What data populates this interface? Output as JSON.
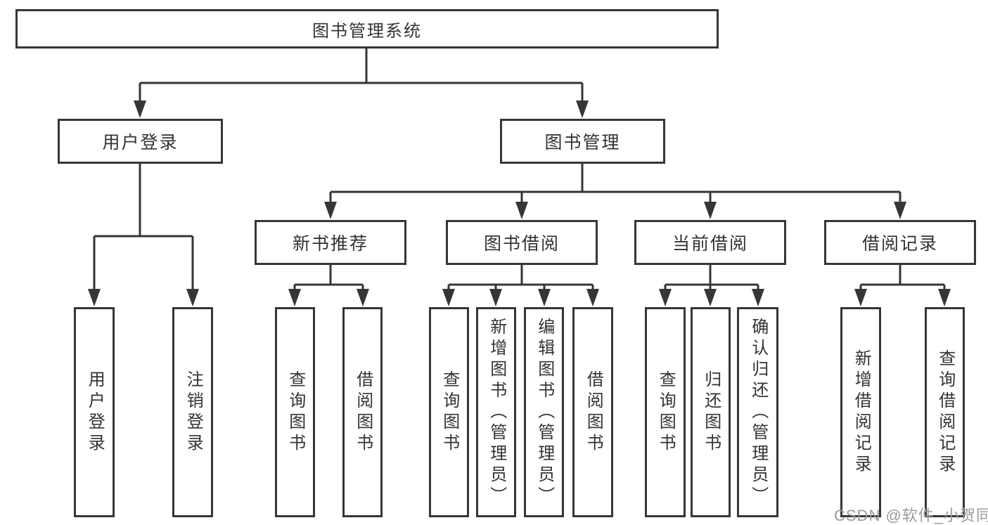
{
  "diagram": {
    "title": "图书管理系统",
    "root": {
      "label": "图书管理系统"
    },
    "level2": [
      {
        "id": "user-login",
        "label": "用户登录"
      },
      {
        "id": "book-management",
        "label": "图书管理"
      }
    ],
    "level3": [
      {
        "id": "new-book-recommendation",
        "label": "新书推荐",
        "parent": "图书管理"
      },
      {
        "id": "book-borrowing",
        "label": "图书借阅",
        "parent": "图书管理"
      },
      {
        "id": "current-borrowing",
        "label": "当前借阅",
        "parent": "图书管理"
      },
      {
        "id": "borrowing-records",
        "label": "借阅记录",
        "parent": "图书管理"
      }
    ],
    "leaves": [
      {
        "label": "用户登录",
        "parent": "用户登录"
      },
      {
        "label": "注销登录",
        "parent": "用户登录"
      },
      {
        "label": "查询图书",
        "parent": "新书推荐"
      },
      {
        "label": "借阅图书",
        "parent": "新书推荐"
      },
      {
        "label": "查询图书",
        "parent": "图书借阅"
      },
      {
        "label": "新增图书（管理员）",
        "parent": "图书借阅"
      },
      {
        "label": "编辑图书（管理员）",
        "parent": "图书借阅"
      },
      {
        "label": "借阅图书",
        "parent": "图书借阅"
      },
      {
        "label": "查询图书",
        "parent": "当前借阅"
      },
      {
        "label": "归还图书",
        "parent": "当前借阅"
      },
      {
        "label": "确认归还（管理员）",
        "parent": "当前借阅"
      },
      {
        "label": "新增借阅记录",
        "parent": "借阅记录"
      },
      {
        "label": "查询借阅记录",
        "parent": "借阅记录"
      }
    ]
  },
  "watermark": {
    "text": "CSDN @软件_小贺同学"
  },
  "colors": {
    "line": "#363636",
    "text": "#333333",
    "watermark": "#9b9b9b",
    "background": "#ffffff"
  }
}
